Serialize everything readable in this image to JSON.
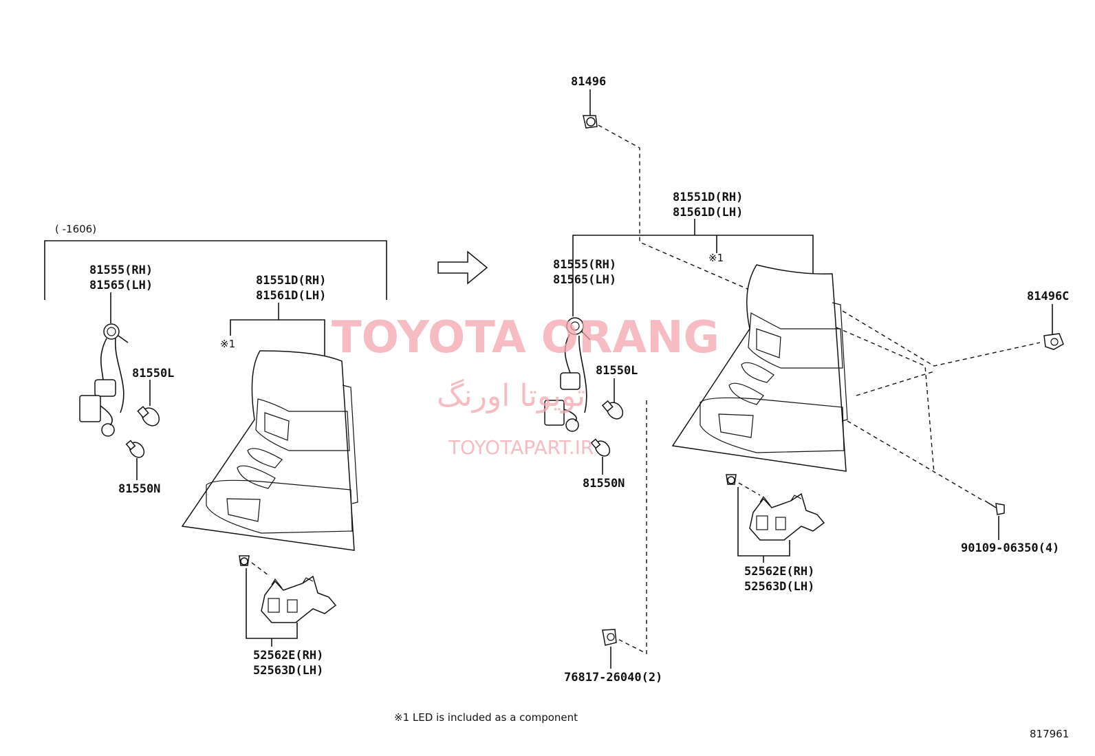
{
  "watermark": {
    "brand": "TOYOTA ORANG",
    "brand_farsi": "تویوتا اورنگ",
    "site": "TOYOTAPART.IR"
  },
  "left_group": {
    "date_range": "(      -1606)",
    "socket_rh": "81555(RH)",
    "socket_lh": "81565(LH)",
    "lamp_rh": "81551D(RH)",
    "lamp_lh": "81561D(LH)",
    "note_ref": "※1",
    "bulb_l": "81550L",
    "bulb_n": "81550N",
    "bracket_rh": "52562E(RH)",
    "bracket_lh": "52563D(LH)"
  },
  "right_group": {
    "clip_top": "81496",
    "lamp_rh": "81551D(RH)",
    "lamp_lh": "81561D(LH)",
    "note_ref": "※1",
    "socket_rh": "81555(RH)",
    "socket_lh": "81565(LH)",
    "bulb_l": "81550L",
    "bulb_n": "81550N",
    "clip_right": "81496C",
    "screw": "90109-06350(4)",
    "bracket_rh": "52562E(RH)",
    "bracket_lh": "52563D(LH)",
    "nut": "76817-26040(2)"
  },
  "footnote": "※1 LED is included as a component",
  "diagram_number": "817961"
}
